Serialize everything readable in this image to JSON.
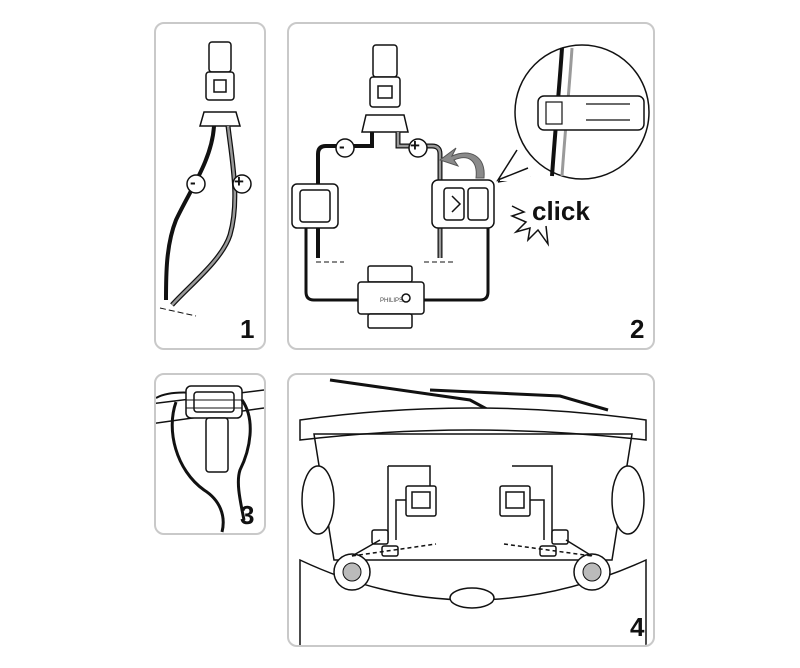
{
  "steps": [
    {
      "number": "1"
    },
    {
      "number": "2"
    },
    {
      "number": "3"
    },
    {
      "number": "4"
    }
  ],
  "symbols": {
    "negative": "-",
    "positive": "+"
  },
  "annotation": {
    "click": "click"
  },
  "brand_label": "PHILIPS",
  "colors": {
    "line": "#111111",
    "border": "#c9c9c9",
    "wire_gray": "#8a8a8a"
  }
}
